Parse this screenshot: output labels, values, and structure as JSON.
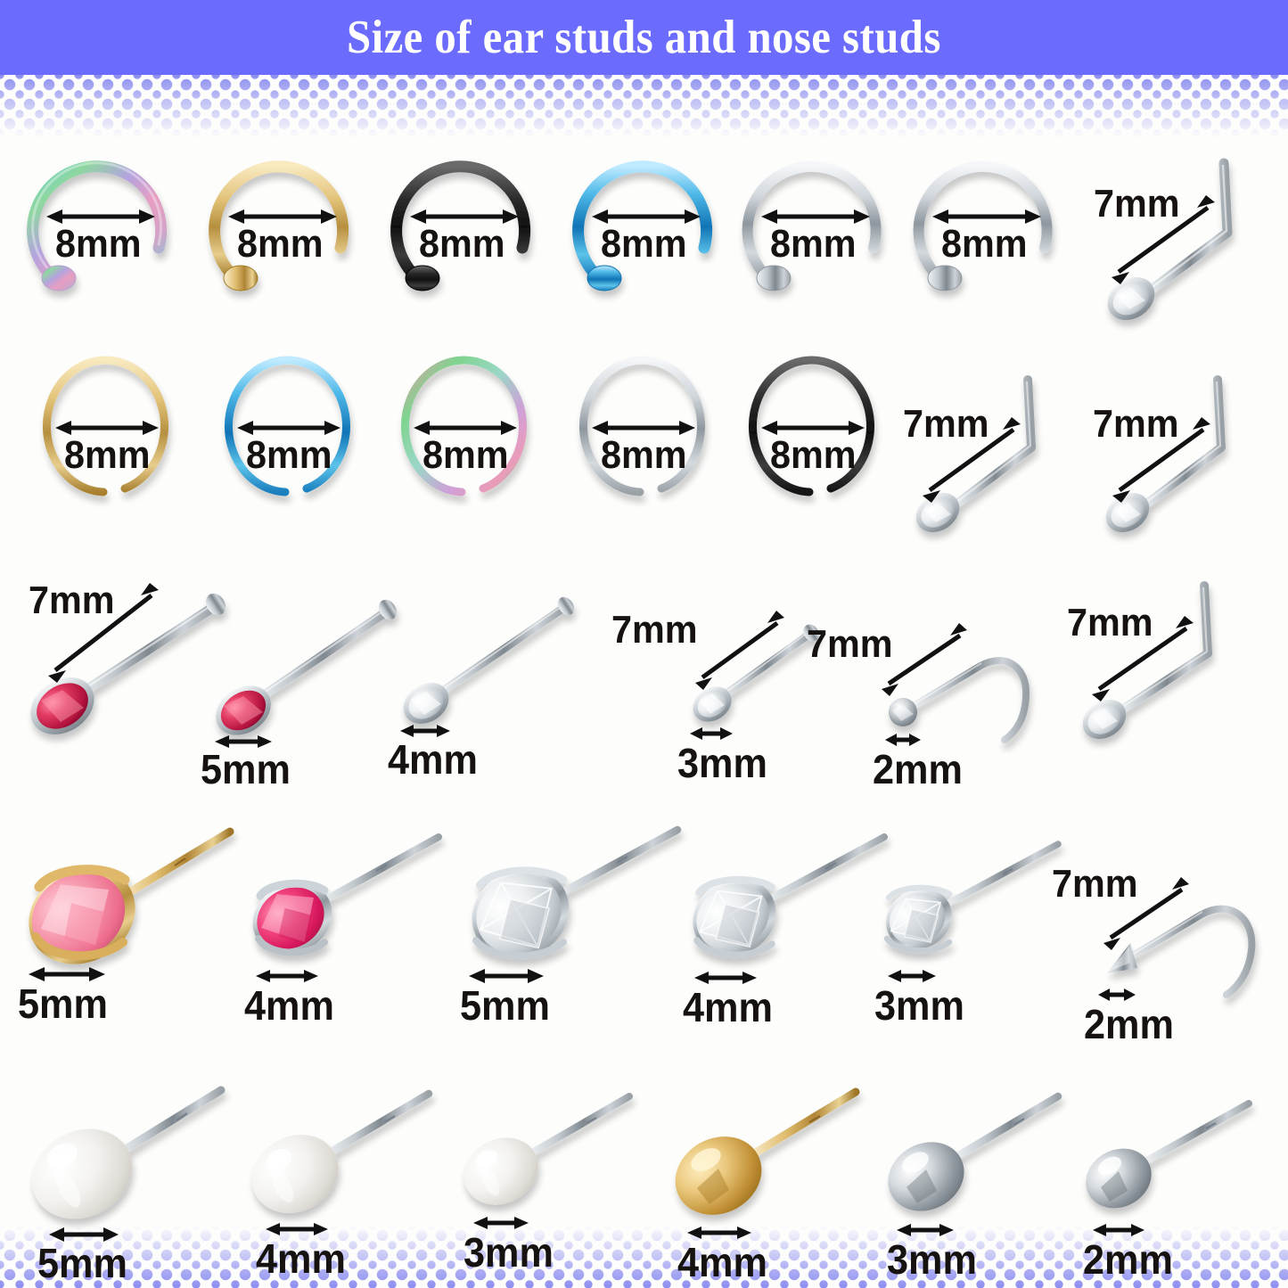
{
  "header": {
    "title": "Size of ear studs and nose studs",
    "bg_color": "#6b6cfd",
    "text_color": "#ffffff"
  },
  "accent": {
    "halftone_dot_color": "#8d8ef0",
    "page_background": "#ffffff",
    "label_text_color": "#15120f"
  },
  "rows": [
    {
      "id": "row-1-open-hoops-with-flat-end",
      "items": [
        {
          "name": "rainbow-open-nose-hoop",
          "size": "8mm",
          "measure": "diameter",
          "finish": "rainbow"
        },
        {
          "name": "gold-open-nose-hoop",
          "size": "8mm",
          "measure": "diameter",
          "finish": "gold"
        },
        {
          "name": "black-open-nose-hoop",
          "size": "8mm",
          "measure": "diameter",
          "finish": "black"
        },
        {
          "name": "blue-open-nose-hoop",
          "size": "8mm",
          "measure": "diameter",
          "finish": "blue"
        },
        {
          "name": "steel-open-nose-hoop-a",
          "size": "8mm",
          "measure": "diameter",
          "finish": "steel"
        },
        {
          "name": "steel-open-nose-hoop-b",
          "size": "8mm",
          "measure": "diameter",
          "finish": "steel"
        },
        {
          "name": "l-shape-cz-nose-stud-a",
          "size": "7mm",
          "measure": "length",
          "finish": "steel"
        }
      ]
    },
    {
      "id": "row-2-seamless-rings",
      "items": [
        {
          "name": "gold-seamless-ring",
          "size": "8mm",
          "measure": "diameter",
          "finish": "gold"
        },
        {
          "name": "blue-seamless-ring",
          "size": "8mm",
          "measure": "diameter",
          "finish": "blue"
        },
        {
          "name": "rainbow-seamless-ring",
          "size": "8mm",
          "measure": "diameter",
          "finish": "rainbow"
        },
        {
          "name": "steel-seamless-ring",
          "size": "8mm",
          "measure": "diameter",
          "finish": "steel"
        },
        {
          "name": "black-seamless-ring",
          "size": "8mm",
          "measure": "diameter",
          "finish": "black"
        },
        {
          "name": "l-shape-cz-nose-stud-b",
          "size": "7mm",
          "measure": "length",
          "finish": "steel"
        },
        {
          "name": "l-shape-cz-nose-stud-c",
          "size": "7mm",
          "measure": "length",
          "finish": "steel"
        }
      ]
    },
    {
      "id": "row-3-nose-bone-studs",
      "items": [
        {
          "name": "pink-cz-nose-bone-5mm",
          "size": "7mm",
          "measure": "length",
          "gem": "pink"
        },
        {
          "name": "pink-cz-nose-bone-gem-5mm",
          "size": "5mm",
          "measure": "gem-width",
          "gem": "pink"
        },
        {
          "name": "clear-cz-nose-bone-gem-4mm",
          "size": "4mm",
          "measure": "gem-width",
          "gem": "clear"
        },
        {
          "name": "clear-cz-nose-bone-gem-3mm",
          "size_length": "7mm",
          "size": "3mm",
          "measure": "gem-width",
          "gem": "clear"
        },
        {
          "name": "ball-end-nose-screw-2mm",
          "size_length": "7mm",
          "size": "2mm",
          "measure": "ball-width",
          "gem": "none"
        },
        {
          "name": "l-shape-cz-nose-stud-d",
          "size": "7mm",
          "measure": "length",
          "gem": "clear"
        }
      ]
    },
    {
      "id": "row-4-cz-stud-earrings",
      "items": [
        {
          "name": "rose-gold-pink-cz-stud",
          "size": "5mm",
          "measure": "gem-width",
          "gem": "pink",
          "setting": "gold"
        },
        {
          "name": "silver-pink-cz-stud",
          "size": "4mm",
          "measure": "gem-width",
          "gem": "pink",
          "setting": "steel"
        },
        {
          "name": "clear-cz-stud-5mm",
          "size": "5mm",
          "measure": "gem-width",
          "gem": "clear",
          "setting": "steel"
        },
        {
          "name": "clear-cz-stud-4mm",
          "size": "4mm",
          "measure": "gem-width",
          "gem": "clear",
          "setting": "steel"
        },
        {
          "name": "clear-cz-stud-3mm",
          "size": "3mm",
          "measure": "gem-width",
          "gem": "clear",
          "setting": "steel"
        },
        {
          "name": "cone-nose-screw-2mm",
          "size_length": "7mm",
          "size": "2mm",
          "measure": "cone-width",
          "gem": "none",
          "setting": "steel"
        }
      ]
    },
    {
      "id": "row-5-pearl-and-ball-studs",
      "items": [
        {
          "name": "pearl-stud-5mm",
          "size": "5mm",
          "measure": "bead-width",
          "finish": "pearl"
        },
        {
          "name": "pearl-stud-4mm",
          "size": "4mm",
          "measure": "bead-width",
          "finish": "pearl"
        },
        {
          "name": "pearl-stud-3mm",
          "size": "3mm",
          "measure": "bead-width",
          "finish": "pearl"
        },
        {
          "name": "gold-ball-stud-4mm",
          "size": "4mm",
          "measure": "ball-width",
          "finish": "gold"
        },
        {
          "name": "steel-ball-stud-3mm",
          "size": "3mm",
          "measure": "ball-width",
          "finish": "steel"
        },
        {
          "name": "steel-ball-stud-2mm",
          "size": "2mm",
          "measure": "ball-width",
          "finish": "steel"
        }
      ]
    }
  ],
  "labels": {
    "r1": [
      "8mm",
      "8mm",
      "8mm",
      "8mm",
      "8mm",
      "8mm",
      "7mm"
    ],
    "r2": [
      "8mm",
      "8mm",
      "8mm",
      "8mm",
      "8mm",
      "7mm",
      "7mm"
    ],
    "r3_len": [
      "7mm",
      "7mm",
      "7mm",
      "7mm"
    ],
    "r3_w": [
      "5mm",
      "4mm",
      "3mm",
      "2mm"
    ],
    "r4_w": [
      "5mm",
      "4mm",
      "5mm",
      "4mm",
      "3mm",
      "2mm"
    ],
    "r4_len": [
      "7mm"
    ],
    "r5_w": [
      "5mm",
      "4mm",
      "3mm",
      "4mm",
      "3mm",
      "2mm"
    ]
  }
}
